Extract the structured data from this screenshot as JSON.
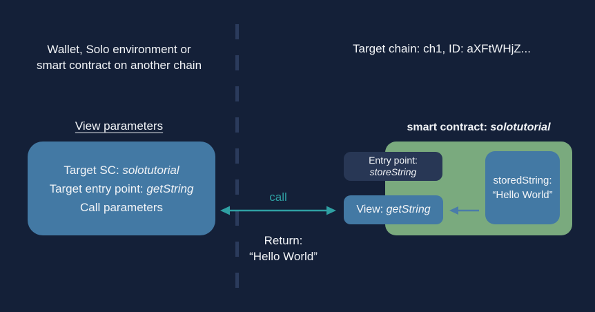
{
  "colors": {
    "bg": "#142038",
    "panel-blue": "#4379A4",
    "panel-green": "#7AAA7E",
    "panel-navy": "#283755",
    "teal": "#2FA0A3",
    "dash": "#2B3B5C",
    "text": "#F2F4F7",
    "arrow-blue": "#4A7CA9"
  },
  "left": {
    "caption_line1": "Wallet, Solo environment or",
    "caption_line2": "smart contract on another chain",
    "heading": "View parameters",
    "box": {
      "line1_prefix": "Target SC: ",
      "line1_value": "solotutorial",
      "line2_prefix": "Target entry point: ",
      "line2_value": "getString",
      "line3": "Call parameters"
    }
  },
  "middle": {
    "call_label": "call",
    "return_line1": "Return:",
    "return_line2": "“Hello World”"
  },
  "right": {
    "caption": "Target chain: ch1, ID: aXFtWHjZ...",
    "contract_label_prefix": "smart contract: ",
    "contract_label_value": "solotutorial",
    "entry_point": {
      "line1": "Entry point:",
      "line2": "storeString"
    },
    "view": {
      "prefix": "View: ",
      "value": "getString"
    },
    "stored": {
      "line1": "storedString:",
      "line2": "“Hello World”"
    }
  }
}
